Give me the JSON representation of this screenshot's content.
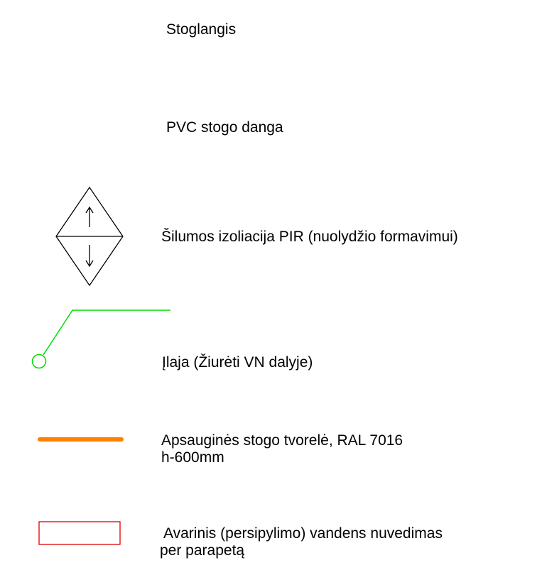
{
  "legend": {
    "items": [
      {
        "id": "skylight",
        "lines": [
          "Stoglangis"
        ]
      },
      {
        "id": "pvc-roofing",
        "lines": [
          "PVC stogo danga"
        ]
      },
      {
        "id": "pir-insulation",
        "lines": [
          "Šilumos izoliacija PIR (nuolydžio formavimui)"
        ]
      },
      {
        "id": "roof-drain",
        "lines": [
          "Įlaja (Žiurėti VN dalyje)"
        ]
      },
      {
        "id": "safety-railing",
        "lines": [
          "Apsauginės stogo tvorelė, RAL 7016",
          "h-600mm"
        ]
      },
      {
        "id": "emergency-overflow",
        "lines": [
          "Avarinis (persipylimo) vandens nuvedimas",
          "per parapetą"
        ]
      }
    ]
  },
  "colors": {
    "text": "#000000",
    "insulation_symbol": "#000000",
    "drain_symbol": "#00dd00",
    "railing_symbol": "#ff7f00",
    "overflow_symbol": "#e00000"
  }
}
